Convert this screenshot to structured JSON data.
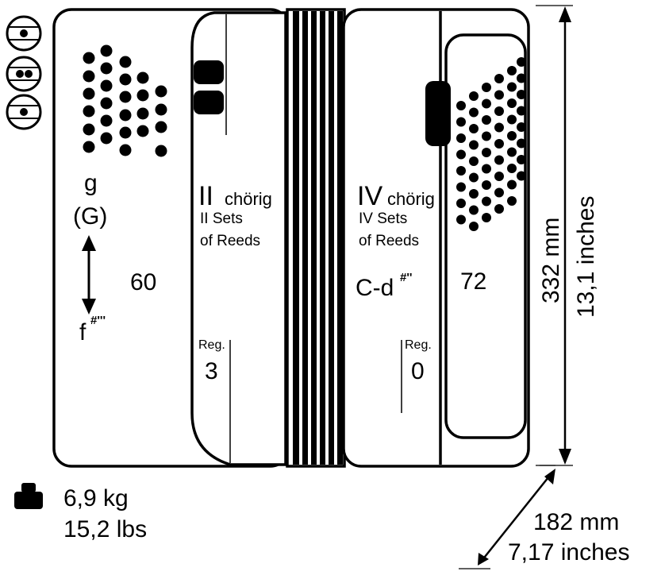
{
  "instrument": {
    "treble_keys": {
      "count": "60",
      "range_top": "g",
      "range_top_alt": "(G)",
      "range_bottom": "f",
      "range_bottom_sup": "#'''"
    },
    "treble_register": {
      "numeral": "II",
      "choir_word": "chörig",
      "sets_line": "II Sets",
      "reeds_line": "of Reeds",
      "reg_label": "Reg.",
      "reg_value": "3"
    },
    "bass_register": {
      "numeral": "IV",
      "choir_word": "chörig",
      "sets_line": "IV Sets",
      "reeds_line": "of Reeds",
      "range": "C-d",
      "range_sup": "#''",
      "reg_label": "Reg.",
      "reg_value": "0"
    },
    "bass_buttons": {
      "count": "72"
    }
  },
  "dimensions": {
    "height_mm": "332 mm",
    "height_in": "13,1 inches",
    "depth_mm": "182 mm",
    "depth_in": "7,17 inches"
  },
  "weight": {
    "kg": "6,9 kg",
    "lbs": "15,2 lbs"
  },
  "icons": [
    "register-switch-icon-1",
    "register-switch-icon-2",
    "register-switch-icon-3",
    "weight-icon"
  ]
}
